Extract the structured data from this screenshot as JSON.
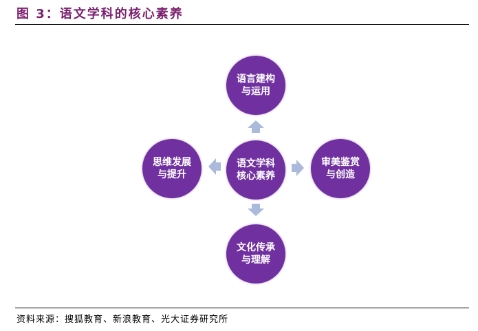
{
  "title": "图 3：语文学科的核心素养",
  "diagram": {
    "center": "语文学科核心素养",
    "top": "语言建构与运用",
    "left": "思维发展与提升",
    "right": "审美鉴赏与创造",
    "bottom": "文化传承与理解"
  },
  "source": "资料来源：搜狐教育、新浪教育、光大证券研究所",
  "colors": {
    "circle": "#7030a0",
    "arrow": "#aab9dc",
    "title": "#7a1f6e"
  }
}
